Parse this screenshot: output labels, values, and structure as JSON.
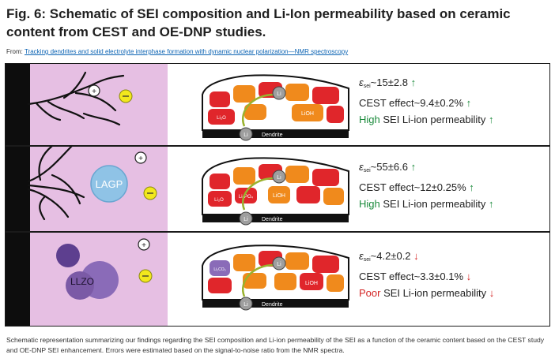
{
  "figure": {
    "title": "Fig. 6: Schematic of SEI composition and Li-Ion permeability based on ceramic content from CEST and OE-DNP studies.",
    "from_prefix": "From:",
    "from_link": "Tracking dendrites and solid electrolyte interphase formation with dynamic nuclear polarization—NMR spectroscopy",
    "caption": "Schematic representation summarizing our findings regarding the SEI composition and Li-ion permeability of the SEI as a function of the ceramic content based on the CEST study and OE-DNP SEI enhancement. Errors were estimated based on the signal-to-noise ratio from the NMR spectra."
  },
  "diagram": {
    "rows": [
      {
        "ceramic": "",
        "eps_symbol": "ε",
        "eps_sub": "sei",
        "eps_value": "~15±2.8",
        "eps_arrow": "↑",
        "cest": "CEST effect~9.4±0.2%",
        "cest_arrow": "↑",
        "perm_qual": "High",
        "perm_text": " SEI Li-ion permeability",
        "perm_arrow": "↑",
        "labels": {
          "a": "Li₂O",
          "b": "LiOH",
          "c": "Li",
          "d": "Li",
          "dendrite": "Dendrite",
          "e": ""
        }
      },
      {
        "ceramic": "LAGP",
        "eps_symbol": "ε",
        "eps_sub": "sei",
        "eps_value": "~55±6.6",
        "eps_arrow": "↑",
        "cest": "CEST effect~12±0.25%",
        "cest_arrow": "↑",
        "perm_qual": "High",
        "perm_text": " SEI Li-ion permeability",
        "perm_arrow": "↑",
        "labels": {
          "a": "Li₂O",
          "b": "LiOH",
          "c": "Li",
          "d": "Li",
          "dendrite": "Dendrite",
          "e": "Li₃PO₄"
        }
      },
      {
        "ceramic": "LLZO",
        "eps_symbol": "ε",
        "eps_sub": "sei",
        "eps_value": "~4.2±0.2",
        "eps_arrow": "↓",
        "cest": "CEST effect~3.3±0.1%",
        "cest_arrow": "↓",
        "perm_qual": "Poor",
        "perm_text": " SEI Li-ion permeability",
        "perm_arrow": "↓",
        "labels": {
          "a": "Li₂CO₃",
          "b": "LiOH",
          "c": "Li",
          "d": "Li",
          "dendrite": "Dendrite",
          "e": ""
        }
      }
    ],
    "colors": {
      "purple": "#e6bfe3",
      "red": "#e0262b",
      "orange": "#f08a1c",
      "lagp": "#8fc3e6",
      "llzo": "#7b5aa6",
      "yellow": "#f2e81d",
      "green": "#1a8a3b",
      "arrow_red": "#d42424"
    },
    "icons": [
      "plus-ion-icon",
      "electron-yellow-icon",
      "lithium-ion-icon",
      "dendrite-branch-icon",
      "up-arrow-icon",
      "down-arrow-icon"
    ]
  }
}
